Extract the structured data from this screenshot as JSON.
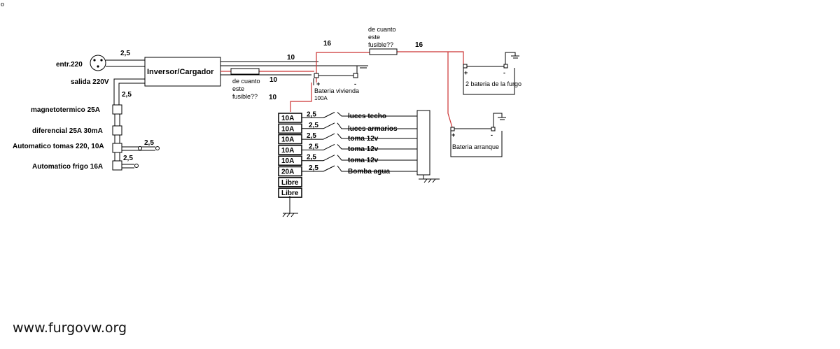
{
  "corner_mark": "o",
  "watermark": "www.furgovw.org",
  "input": {
    "label": "entr.220",
    "wire": "2,5"
  },
  "output": {
    "label": "salida 220V",
    "wire": "2,5"
  },
  "inverter": {
    "label": "Inversor/Cargador"
  },
  "ac_protection": [
    {
      "label": "magnetotermico  25A"
    },
    {
      "label": "diferencial  25A 30mA"
    },
    {
      "label": "Automatico tomas 220, 10A",
      "wire": "2,5"
    },
    {
      "label": "Automatico frigo 16A",
      "wire": "2,5"
    }
  ],
  "dc_wires": {
    "top": "10",
    "middle": "10",
    "bottom": "10"
  },
  "fuse_middle": {
    "line1": "de cuanto",
    "line2": "este",
    "line3": "fusible??"
  },
  "fuse_top": {
    "line1": "de cuanto",
    "line2": "este",
    "line3": "fusible??",
    "wire_left": "16",
    "wire_right": "16"
  },
  "house_battery": {
    "label": "Bateria vivienda",
    "capacity": "100A",
    "plus": "+",
    "minus": "-"
  },
  "second_battery": {
    "label": "2 bateria de la furgo",
    "plus": "+",
    "minus": "-"
  },
  "start_battery": {
    "label": "Bateria arranque",
    "plus": "+",
    "minus": "-"
  },
  "fuse_block": [
    {
      "rating": "10A",
      "wire": "2,5",
      "load": "luces techo"
    },
    {
      "rating": "10A",
      "wire": "2,5",
      "load": "luces armarios"
    },
    {
      "rating": "10A",
      "wire": "2,5",
      "load": "toma 12v"
    },
    {
      "rating": "10A",
      "wire": "2,5",
      "load": "toma 12v"
    },
    {
      "rating": "10A",
      "wire": "2,5",
      "load": "toma 12v"
    },
    {
      "rating": "20A",
      "wire": "2,5",
      "load": "Bomba agua"
    },
    {
      "rating": "Libre"
    },
    {
      "rating": "Libre"
    }
  ],
  "colors": {
    "wire": "#000000",
    "positive": "#cc3333"
  }
}
